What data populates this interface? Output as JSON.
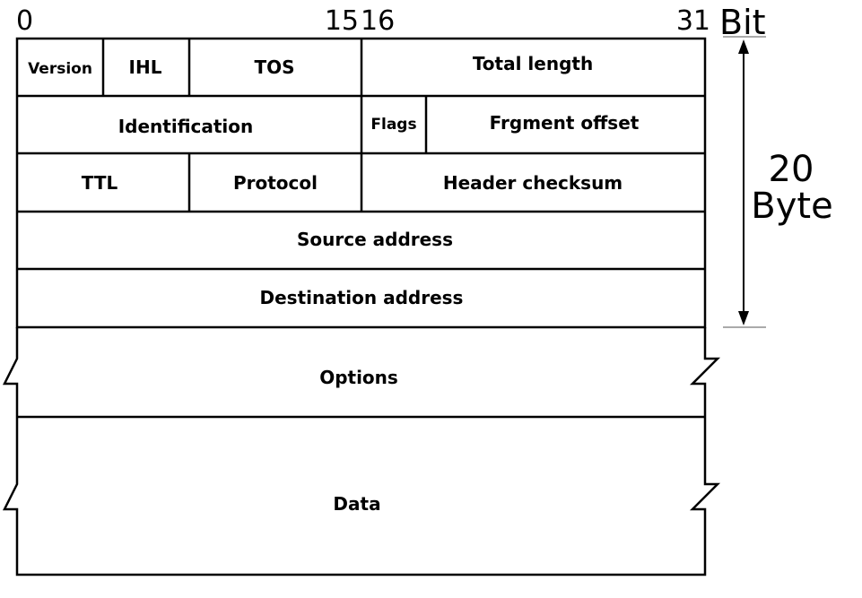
{
  "bit_markers": {
    "start": "0",
    "mid_a": "15",
    "mid_b": "16",
    "end": "31",
    "unit": "Bit"
  },
  "header_size": {
    "value": "20",
    "unit": "Byte"
  },
  "rows": {
    "row1": {
      "version": "Version",
      "ihl": "IHL",
      "tos": "TOS",
      "total_length": "Total length"
    },
    "row2": {
      "identification": "Identification",
      "flags": "Flags",
      "fragment_offset": "Frgment offset"
    },
    "row3": {
      "ttl": "TTL",
      "protocol": "Protocol",
      "header_checksum": "Header checksum"
    },
    "row4": {
      "source_address": "Source address"
    },
    "row5": {
      "destination_address": "Destination address"
    },
    "row6": {
      "options": "Options"
    },
    "row7": {
      "data": "Data"
    }
  }
}
